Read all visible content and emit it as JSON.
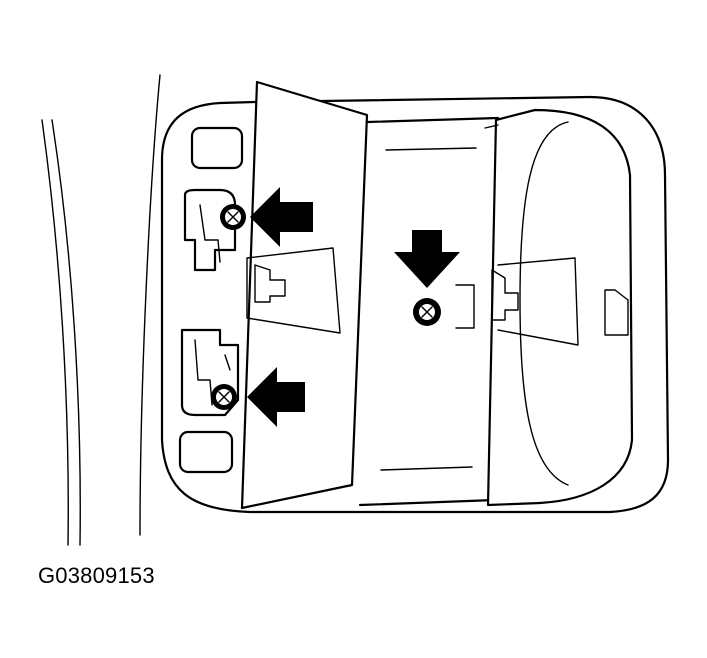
{
  "figure": {
    "id_label": "G03809153"
  },
  "colors": {
    "ink": "#000000",
    "paper": "#ffffff"
  },
  "callouts": [
    {
      "name": "upper-left-screw-arrow",
      "direction": "left"
    },
    {
      "name": "lower-left-screw-arrow",
      "direction": "left"
    },
    {
      "name": "center-screw-arrow",
      "direction": "down"
    }
  ]
}
